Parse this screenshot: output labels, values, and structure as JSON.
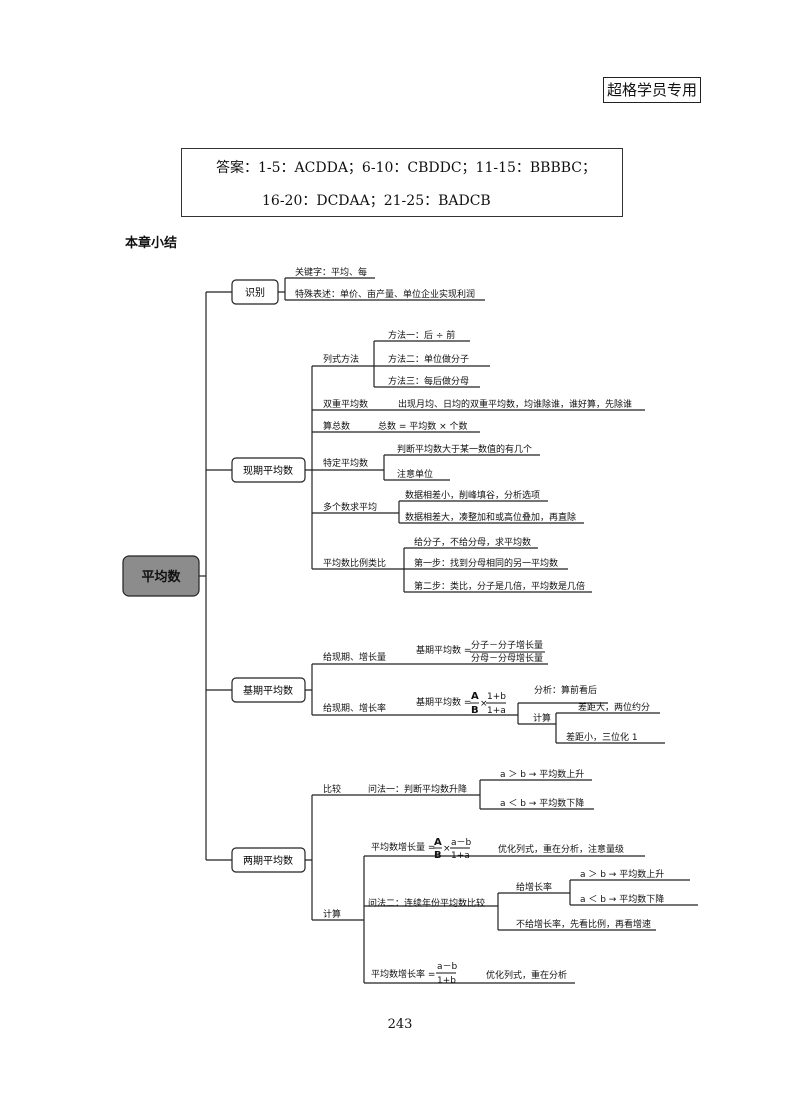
{
  "header": {
    "badge": "超格学员专用"
  },
  "answers": {
    "line1": "答案：1-5：ACDDA；6-10：CBDDC；11-15：BBBBC；",
    "line2": "16-20：DCDAA；21-25：BADCB"
  },
  "section_title": "本章小结",
  "mindmap": {
    "root": "平均数",
    "b1": {
      "label": "识别",
      "n1": "关键字：平均、每",
      "n2": "特殊表述：单价、亩产量、单位企业实现利润"
    },
    "b2": {
      "label": "现期平均数",
      "s1": {
        "label": "列式方法",
        "m1": "方法一：后 ÷ 前",
        "m2": "方法二：单位做分子",
        "m3": "方法三：每后做分母"
      },
      "s2": {
        "label": "双重平均数",
        "d": "出现月均、日均的双重平均数，均谁除谁，谁好算，先除谁"
      },
      "s3": {
        "label": "算总数",
        "d": "总数 = 平均数 × 个数"
      },
      "s4": {
        "label": "特定平均数",
        "d1": "判断平均数大于某一数值的有几个",
        "d2": "注意单位"
      },
      "s5": {
        "label": "多个数求平均",
        "d1": "数据相差小，削峰填谷，分析选项",
        "d2": "数据相差大，凑整加和或高位叠加，再直除"
      },
      "s6": {
        "label": "平均数比例类比",
        "d1": "给分子，不给分母，求平均数",
        "d2": "第一步：找到分母相同的另一平均数",
        "d3": "第二步：类比，分子是几倍，平均数是几倍"
      }
    },
    "b3": {
      "label": "基期平均数",
      "s1": {
        "label": "给现期、增长量",
        "f_label": "基期平均数 =",
        "num": "分子－分子增长量",
        "den": "分母－分母增长量"
      },
      "s2": {
        "label": "给现期、增长率",
        "f_label": "基期平均数 =",
        "A": "A",
        "B": "B",
        "times": "×",
        "fnum": "1+b",
        "fden": "1+a",
        "m1": "分析：算前看后",
        "m2": "计算",
        "m3": "差距大，两位约分",
        "m4": "差距小，三位化 1"
      }
    },
    "b4": {
      "label": "两期平均数",
      "s1": {
        "label": "比较",
        "method": "问法一：判断平均数升降",
        "r1": "a ＞ b → 平均数上升",
        "r2": "a ＜ b → 平均数下降"
      },
      "s2": {
        "label": "计算",
        "f1_label": "平均数增长量 =",
        "A": "A",
        "B": "B",
        "times": "×",
        "f1num": "a－b",
        "f1den": "1+a",
        "f1note": "优化列式，重在分析，注意量级",
        "method2": "问法二：连续年份平均数比较",
        "given": "给增长率",
        "r1": "a ＞ b → 平均数上升",
        "r2": "a ＜ b → 平均数下降",
        "notgiven": "不给增长率，先看比例，再看增速",
        "f2_label": "平均数增长率 =",
        "f2num": "a－b",
        "f2den": "1+b",
        "f2note": "优化列式，重在分析"
      }
    }
  },
  "page_number": "243"
}
